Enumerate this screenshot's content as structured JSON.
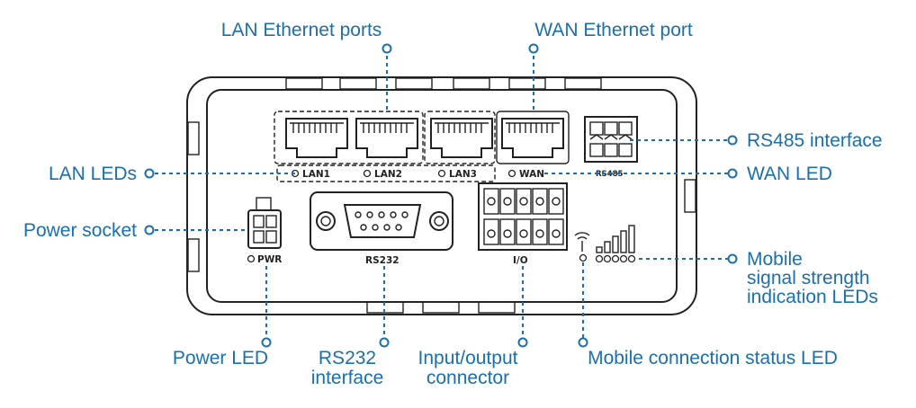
{
  "callouts": {
    "lan_ports": "LAN Ethernet ports",
    "wan_port": "WAN Ethernet port",
    "rs485": "RS485 interface",
    "wan_led": "WAN LED",
    "lan_leds": "LAN LEDs",
    "power_socket": "Power socket",
    "mobile_signal_1": "Mobile",
    "mobile_signal_2": "signal strength",
    "mobile_signal_3": "indication LEDs",
    "power_led": "Power LED",
    "rs232_1": "RS232",
    "rs232_2": "interface",
    "io_1": "Input/output",
    "io_2": "connector",
    "mobile_status": "Mobile connection status LED"
  },
  "device_labels": {
    "lan1": "LAN1",
    "lan2": "LAN2",
    "lan3": "LAN3",
    "wan": "WAN",
    "rs485": "RS485",
    "pwr": "PWR",
    "rs232": "RS232",
    "io": "I/O"
  },
  "colors": {
    "callout": "#1a6fae",
    "outline": "#222222"
  }
}
